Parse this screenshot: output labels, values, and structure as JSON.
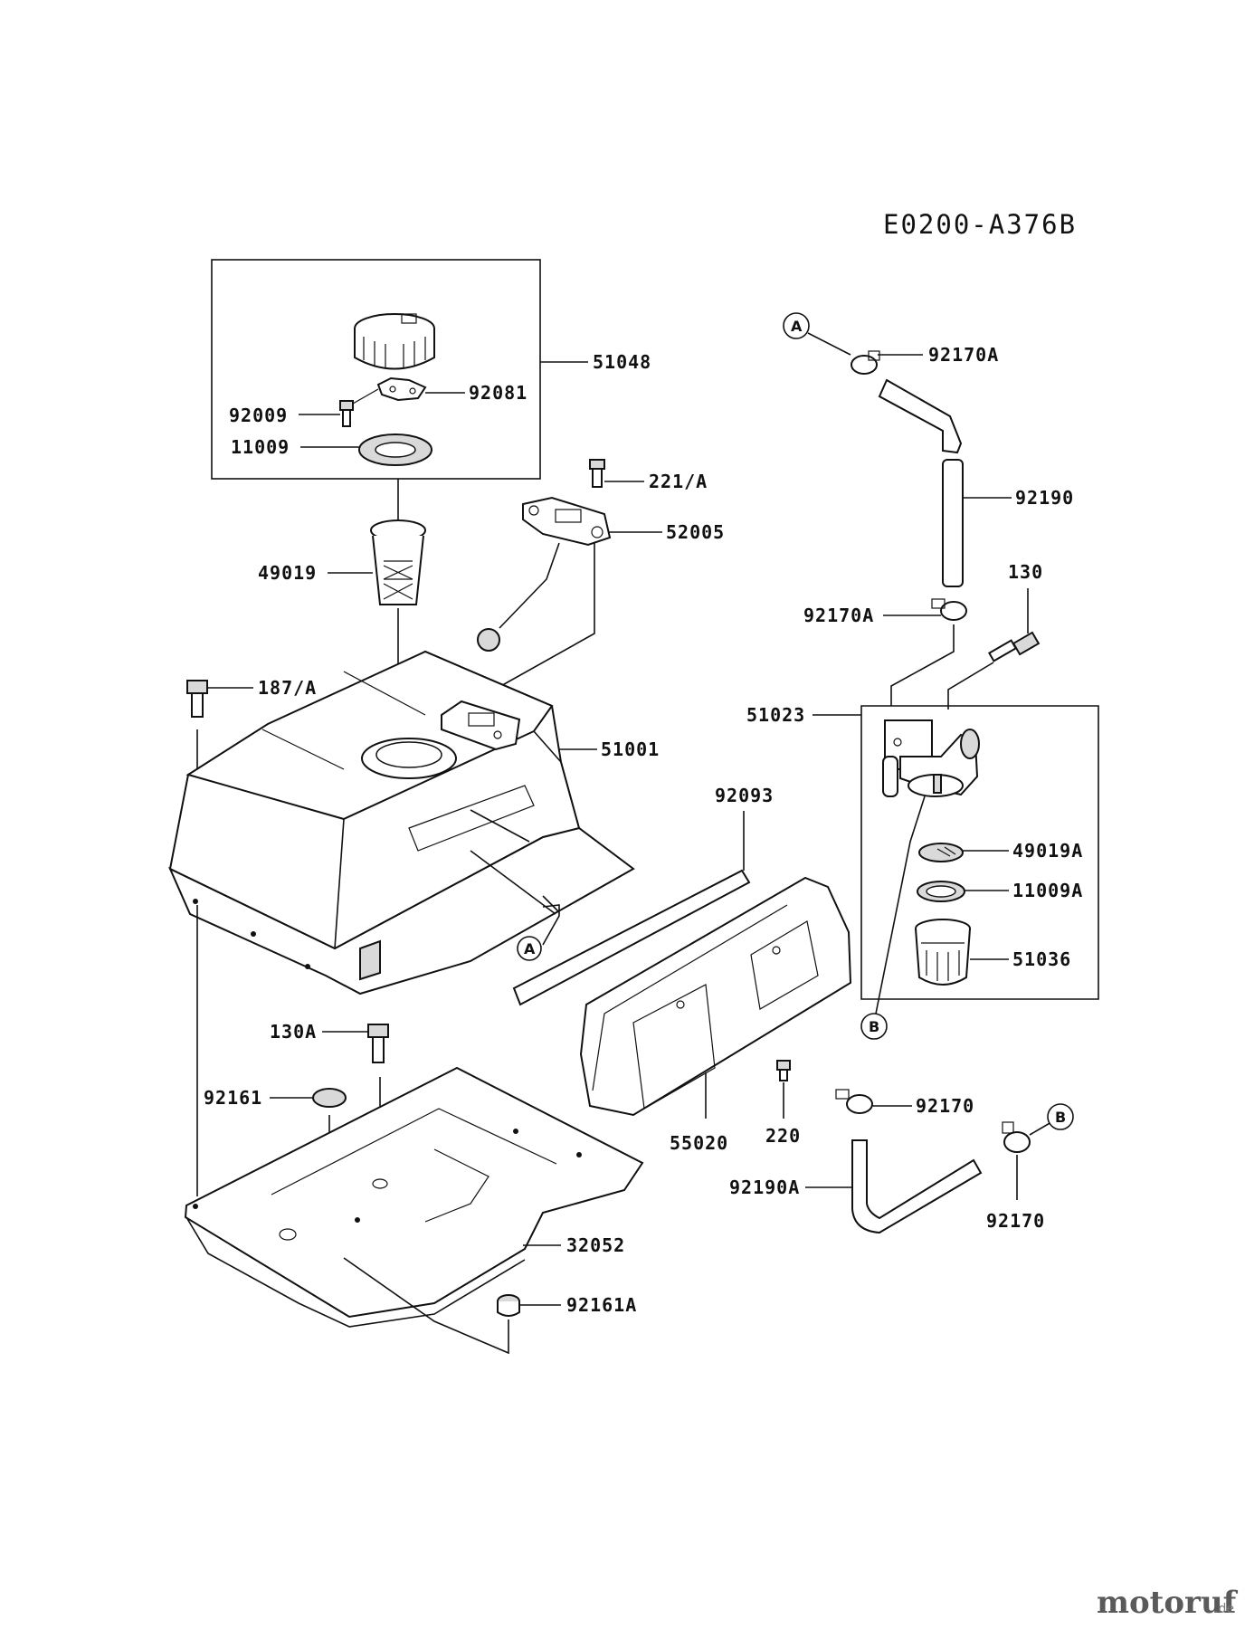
{
  "diagram_code": "E0200-A376B",
  "parts": {
    "p51048": "51048",
    "p92081": "92081",
    "p92009": "92009",
    "p11009": "11009",
    "p221A": "221/A",
    "p52005": "52005",
    "p49019": "49019",
    "p187A": "187/A",
    "p51001": "51001",
    "p92093": "92093",
    "p130A": "130A",
    "p92161": "92161",
    "p32052": "32052",
    "p92161A": "92161A",
    "p55020": "55020",
    "p220": "220",
    "p92170A_top": "92170A",
    "p92190": "92190",
    "p130": "130",
    "p92170A_mid": "92170A",
    "p51023": "51023",
    "p49019A": "49019A",
    "p11009A": "11009A",
    "p51036": "51036",
    "p92170_a": "92170",
    "p92190A": "92190A",
    "p92170_b": "92170"
  },
  "refs": {
    "a_top": "A",
    "a_tank": "A",
    "b_filter": "B",
    "b_bottom": "B"
  },
  "watermark": {
    "name": "motoruf",
    "tld": ".de"
  }
}
